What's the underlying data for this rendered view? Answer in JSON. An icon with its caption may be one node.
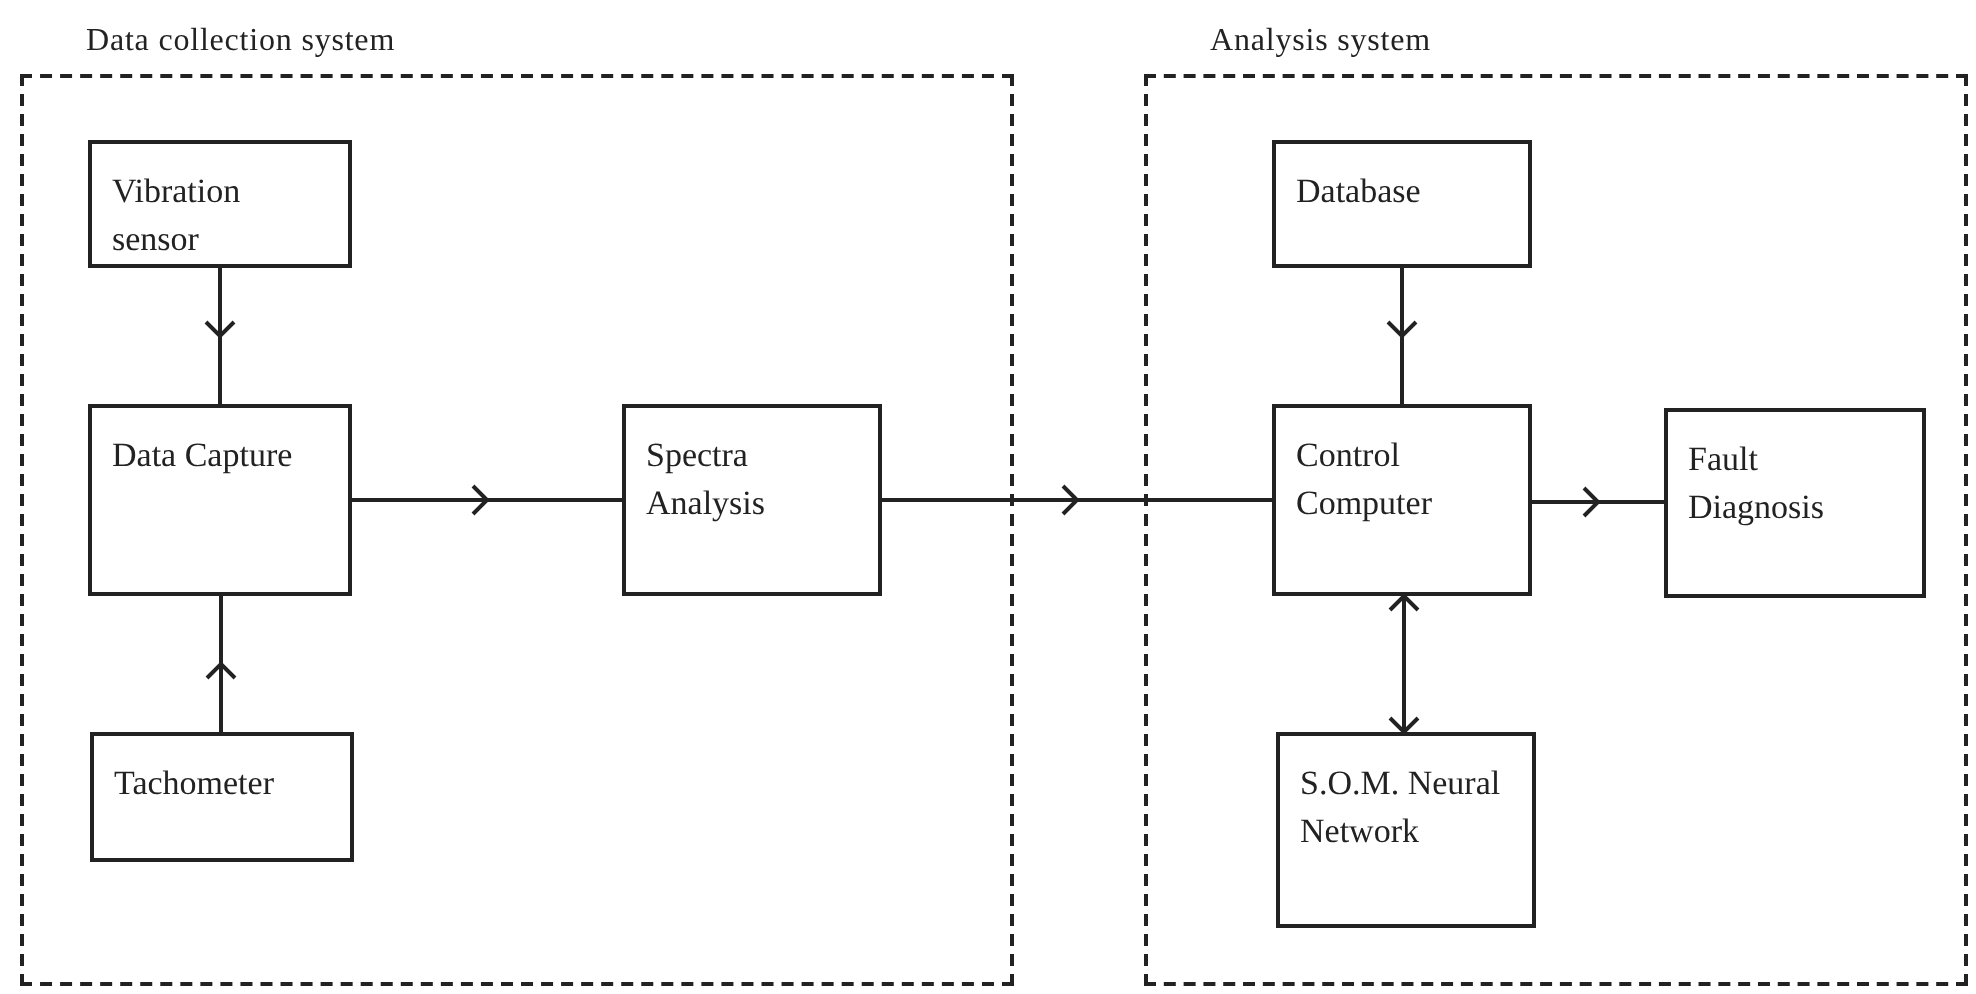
{
  "diagram": {
    "nodes": [
      {
        "text": [
          "Data collection system"
        ]
      },
      {
        "text": [
          "Vibration sensor"
        ],
        "in": 0
      },
      {
        "text": [
          "Data Capture"
        ],
        "in": 0
      },
      {
        "text": [
          "Spectra Analysis"
        ],
        "in": 0
      },
      {
        "text": [
          "Tachometer"
        ],
        "in": 0
      },
      {
        "text": [
          "Analysis system"
        ]
      },
      {
        "text": [
          "Database"
        ],
        "in": 5
      },
      {
        "text": [
          "Control Computer"
        ],
        "in": 5
      },
      {
        "text": [
          "Fault Diagnosis"
        ],
        "in": 5
      },
      {
        "text": [
          "S.O.M. Neural Network"
        ],
        "in": 5
      }
    ],
    "edges": [
      {
        "from": 1,
        "to": 2,
        "arrow": "to"
      },
      {
        "from": 4,
        "to": 2,
        "arrow": "to"
      },
      {
        "from": 2,
        "to": 3,
        "arrow": "to"
      },
      {
        "from": 3,
        "to": 7,
        "arrow": "to"
      },
      {
        "from": 6,
        "to": 7,
        "arrow": "to"
      },
      {
        "from": 7,
        "to": 8,
        "arrow": "to"
      },
      {
        "from": 7,
        "to": 9,
        "arrow": "both"
      }
    ]
  }
}
